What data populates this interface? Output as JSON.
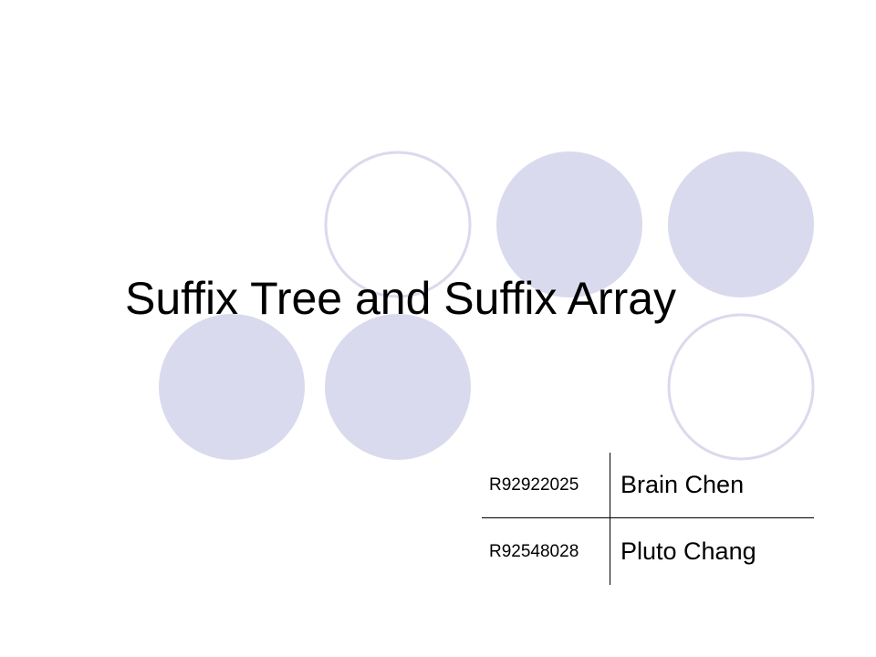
{
  "slide": {
    "title": "Suffix Tree and Suffix Array"
  },
  "members": [
    {
      "id": "R92922025",
      "name": "Brain Chen"
    },
    {
      "id": "R92548028",
      "name": "Pluto Chang"
    }
  ],
  "colors": {
    "circle_fill": "#dadaee",
    "circle_stroke": "#dadaee",
    "background": "#ffffff",
    "text": "#000000"
  }
}
